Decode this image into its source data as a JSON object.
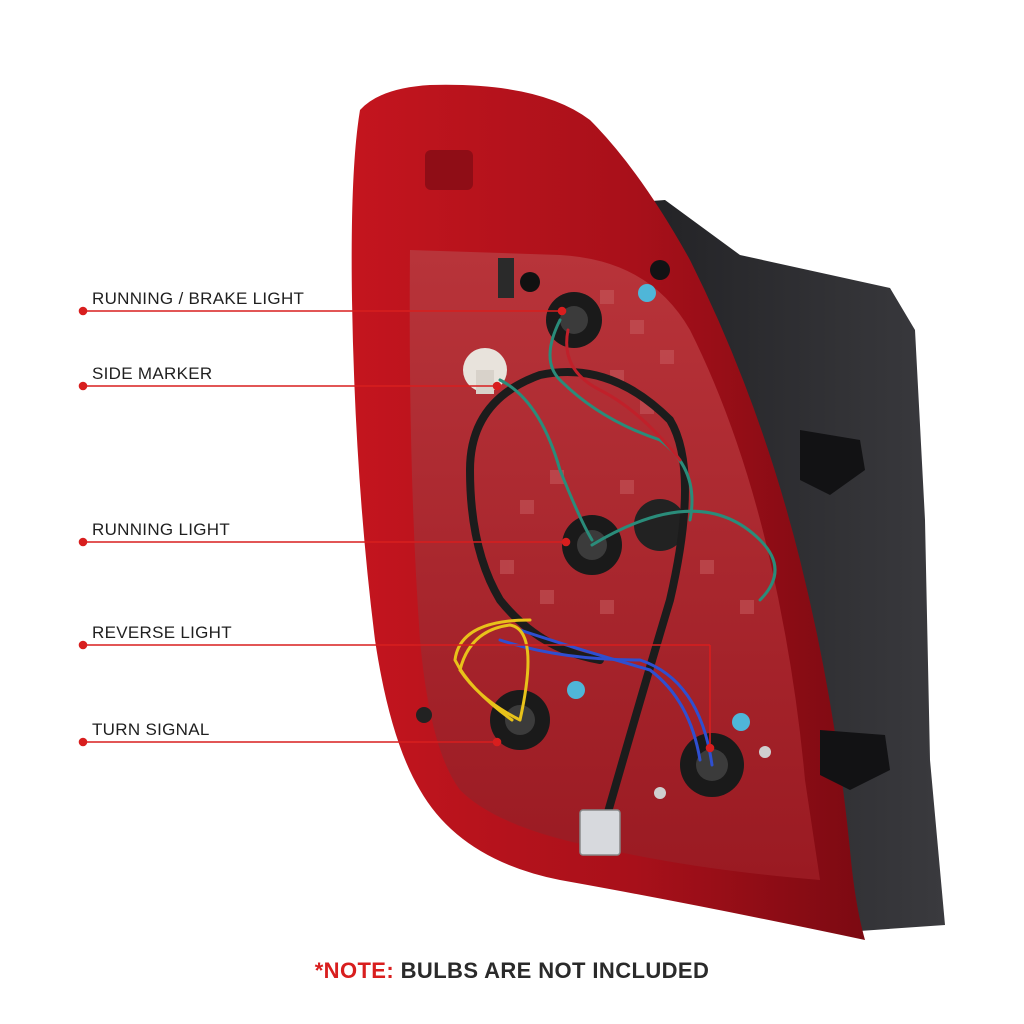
{
  "callouts": [
    {
      "id": "running-brake-light",
      "label": "RUNNING / BRAKE LIGHT"
    },
    {
      "id": "side-marker",
      "label": "SIDE MARKER"
    },
    {
      "id": "running-light",
      "label": "RUNNING LIGHT"
    },
    {
      "id": "reverse-light",
      "label": "REVERSE LIGHT"
    },
    {
      "id": "turn-signal",
      "label": "TURN SIGNAL"
    }
  ],
  "note": {
    "prefix": "*NOTE:",
    "text": "BULBS ARE NOT INCLUDED"
  },
  "colors": {
    "callout_line": "#d81e1e",
    "housing_red": "#b5121b",
    "bracket_black": "#2b2b2e",
    "wire_black": "#1c1c1c",
    "wire_green": "#2a8c7a",
    "wire_red": "#c0202a",
    "wire_blue": "#2f4fd0",
    "wire_yellow": "#e8c21a"
  }
}
